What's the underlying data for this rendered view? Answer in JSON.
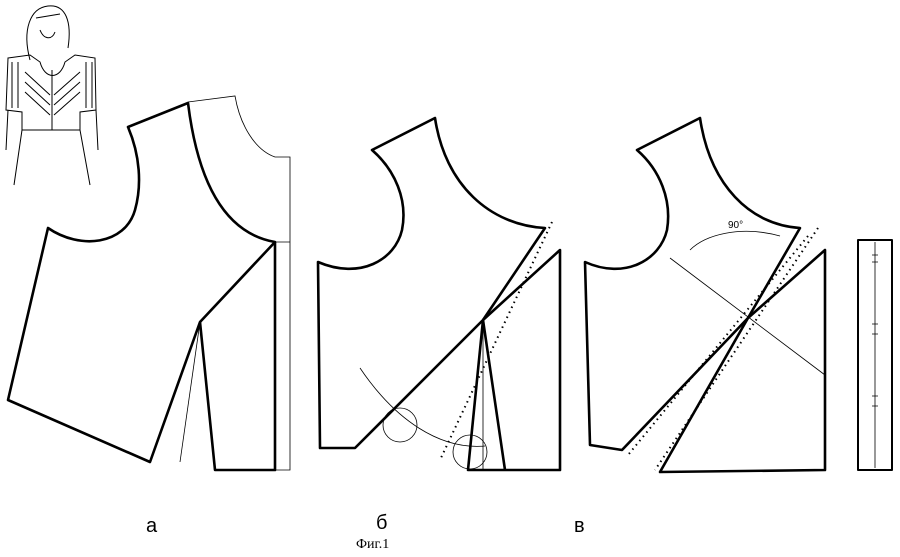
{
  "figure": {
    "caption": "Фиг.1",
    "panels": [
      {
        "label": "а"
      },
      {
        "label": "б"
      },
      {
        "label": "в"
      }
    ],
    "angle_label": "90°"
  }
}
